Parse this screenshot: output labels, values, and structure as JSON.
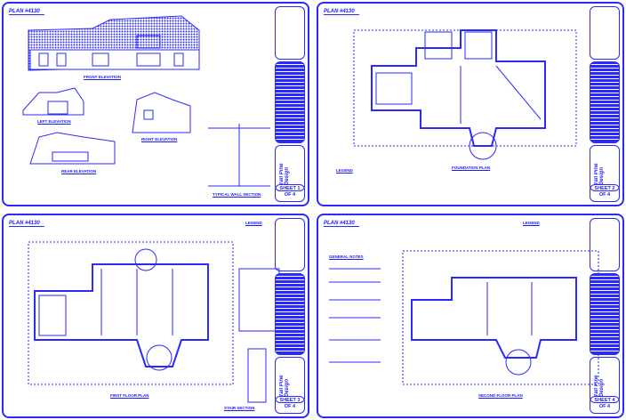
{
  "plan_number": "PLAN #4130",
  "brand": "Tall Pine Design",
  "sheets": [
    {
      "sheet_label": "SHEET 1 OF 4",
      "captions": [
        "FRONT ELEVATION",
        "LEFT ELEVATION",
        "RIGHT ELEVATION",
        "REAR ELEVATION",
        "TYPICAL WALL SECTION"
      ]
    },
    {
      "sheet_label": "SHEET 2 OF 4",
      "captions": [
        "FOUNDATION PLAN",
        "LEGEND"
      ]
    },
    {
      "sheet_label": "SHEET 3 OF 4",
      "captions": [
        "FIRST FLOOR PLAN",
        "LEGEND",
        "STAIR SECTION"
      ]
    },
    {
      "sheet_label": "SHEET 4 OF 4",
      "captions": [
        "SECOND FLOOR PLAN",
        "LEGEND",
        "GENERAL NOTES"
      ]
    }
  ],
  "colors": {
    "ink": "#2a2aff",
    "paper": "#ffffff"
  }
}
